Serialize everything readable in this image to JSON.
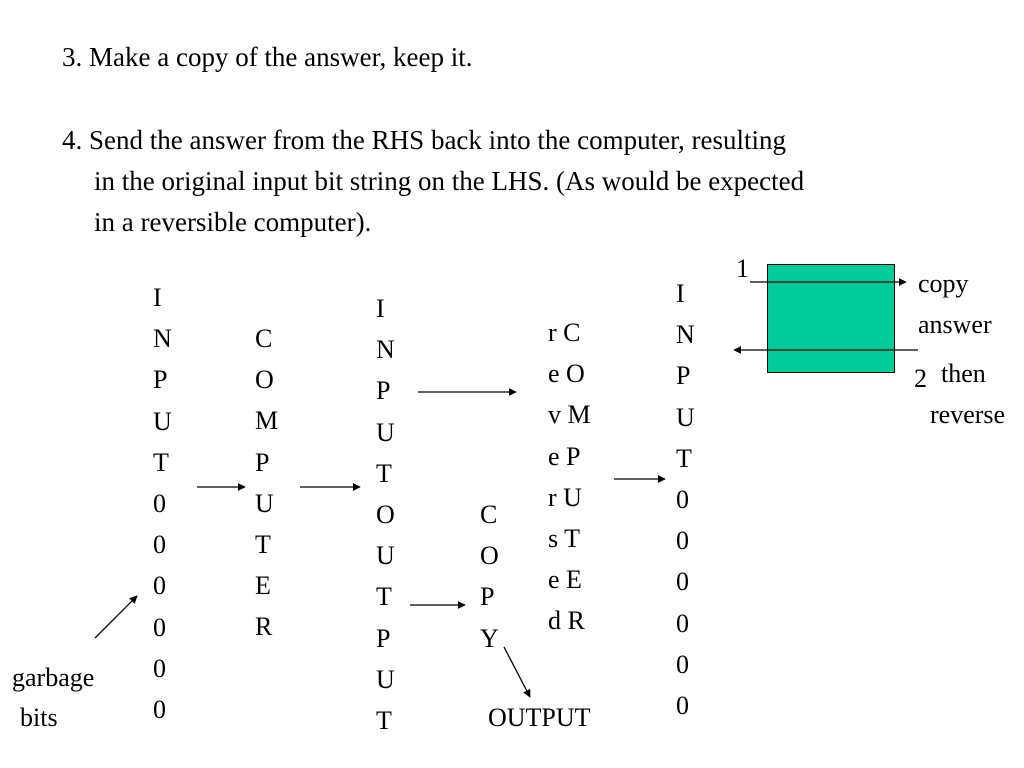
{
  "colors": {
    "box_fill": "#00cc99",
    "text": "#000000",
    "background": "#ffffff"
  },
  "steps": {
    "step3": "3. Make a copy of the answer, keep it.",
    "step4_line1": "4. Send the answer from the RHS back into the computer, resulting",
    "step4_line2": "in the original input bit string on the LHS. (As would be expected",
    "step4_line3": "in a reversible computer)."
  },
  "columns": {
    "input_left": [
      "I",
      "N",
      "P",
      "U",
      "T",
      "0",
      "0",
      "0",
      "0",
      "0",
      "0"
    ],
    "computer": [
      "C",
      "O",
      "M",
      "P",
      "U",
      "T",
      "E",
      "R"
    ],
    "input_output": [
      "I",
      "N",
      "P",
      "U",
      "T",
      "O",
      "U",
      "T",
      "P",
      "U",
      "T"
    ],
    "copy": [
      "C",
      "O",
      "P",
      "Y"
    ],
    "reversed_computer": [
      "r C",
      "e O",
      "v M",
      "e P",
      "r U",
      "s T",
      "e E",
      "d R"
    ],
    "input_right": [
      "I",
      "N",
      "P",
      "U",
      "T",
      "0",
      "0",
      "0",
      "0",
      "0",
      "0"
    ]
  },
  "labels": {
    "garbage_line1": "garbage",
    "garbage_line2": "bits",
    "output": "OUTPUT",
    "num_1": "1",
    "num_2": "2",
    "copy_line1": "copy",
    "copy_line2": "answer",
    "then": "then",
    "reverse": "reverse"
  }
}
